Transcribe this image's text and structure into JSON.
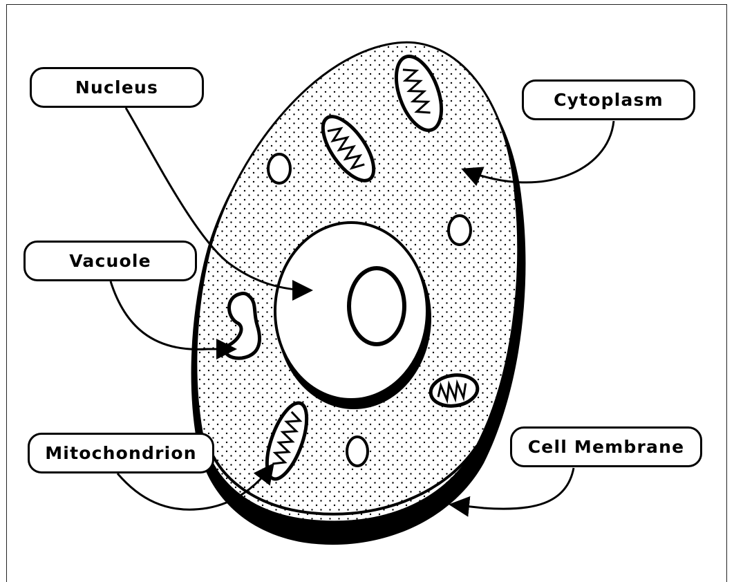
{
  "diagram": {
    "labels": {
      "nucleus": "Nucleus",
      "cytoplasm": "Cytoplasm",
      "vacuole": "Vacuole",
      "mitochondrion": "Mitochondrion",
      "cell_membrane": "Cell Membrane"
    },
    "colors": {
      "ink": "#000000",
      "background": "#ffffff"
    }
  }
}
